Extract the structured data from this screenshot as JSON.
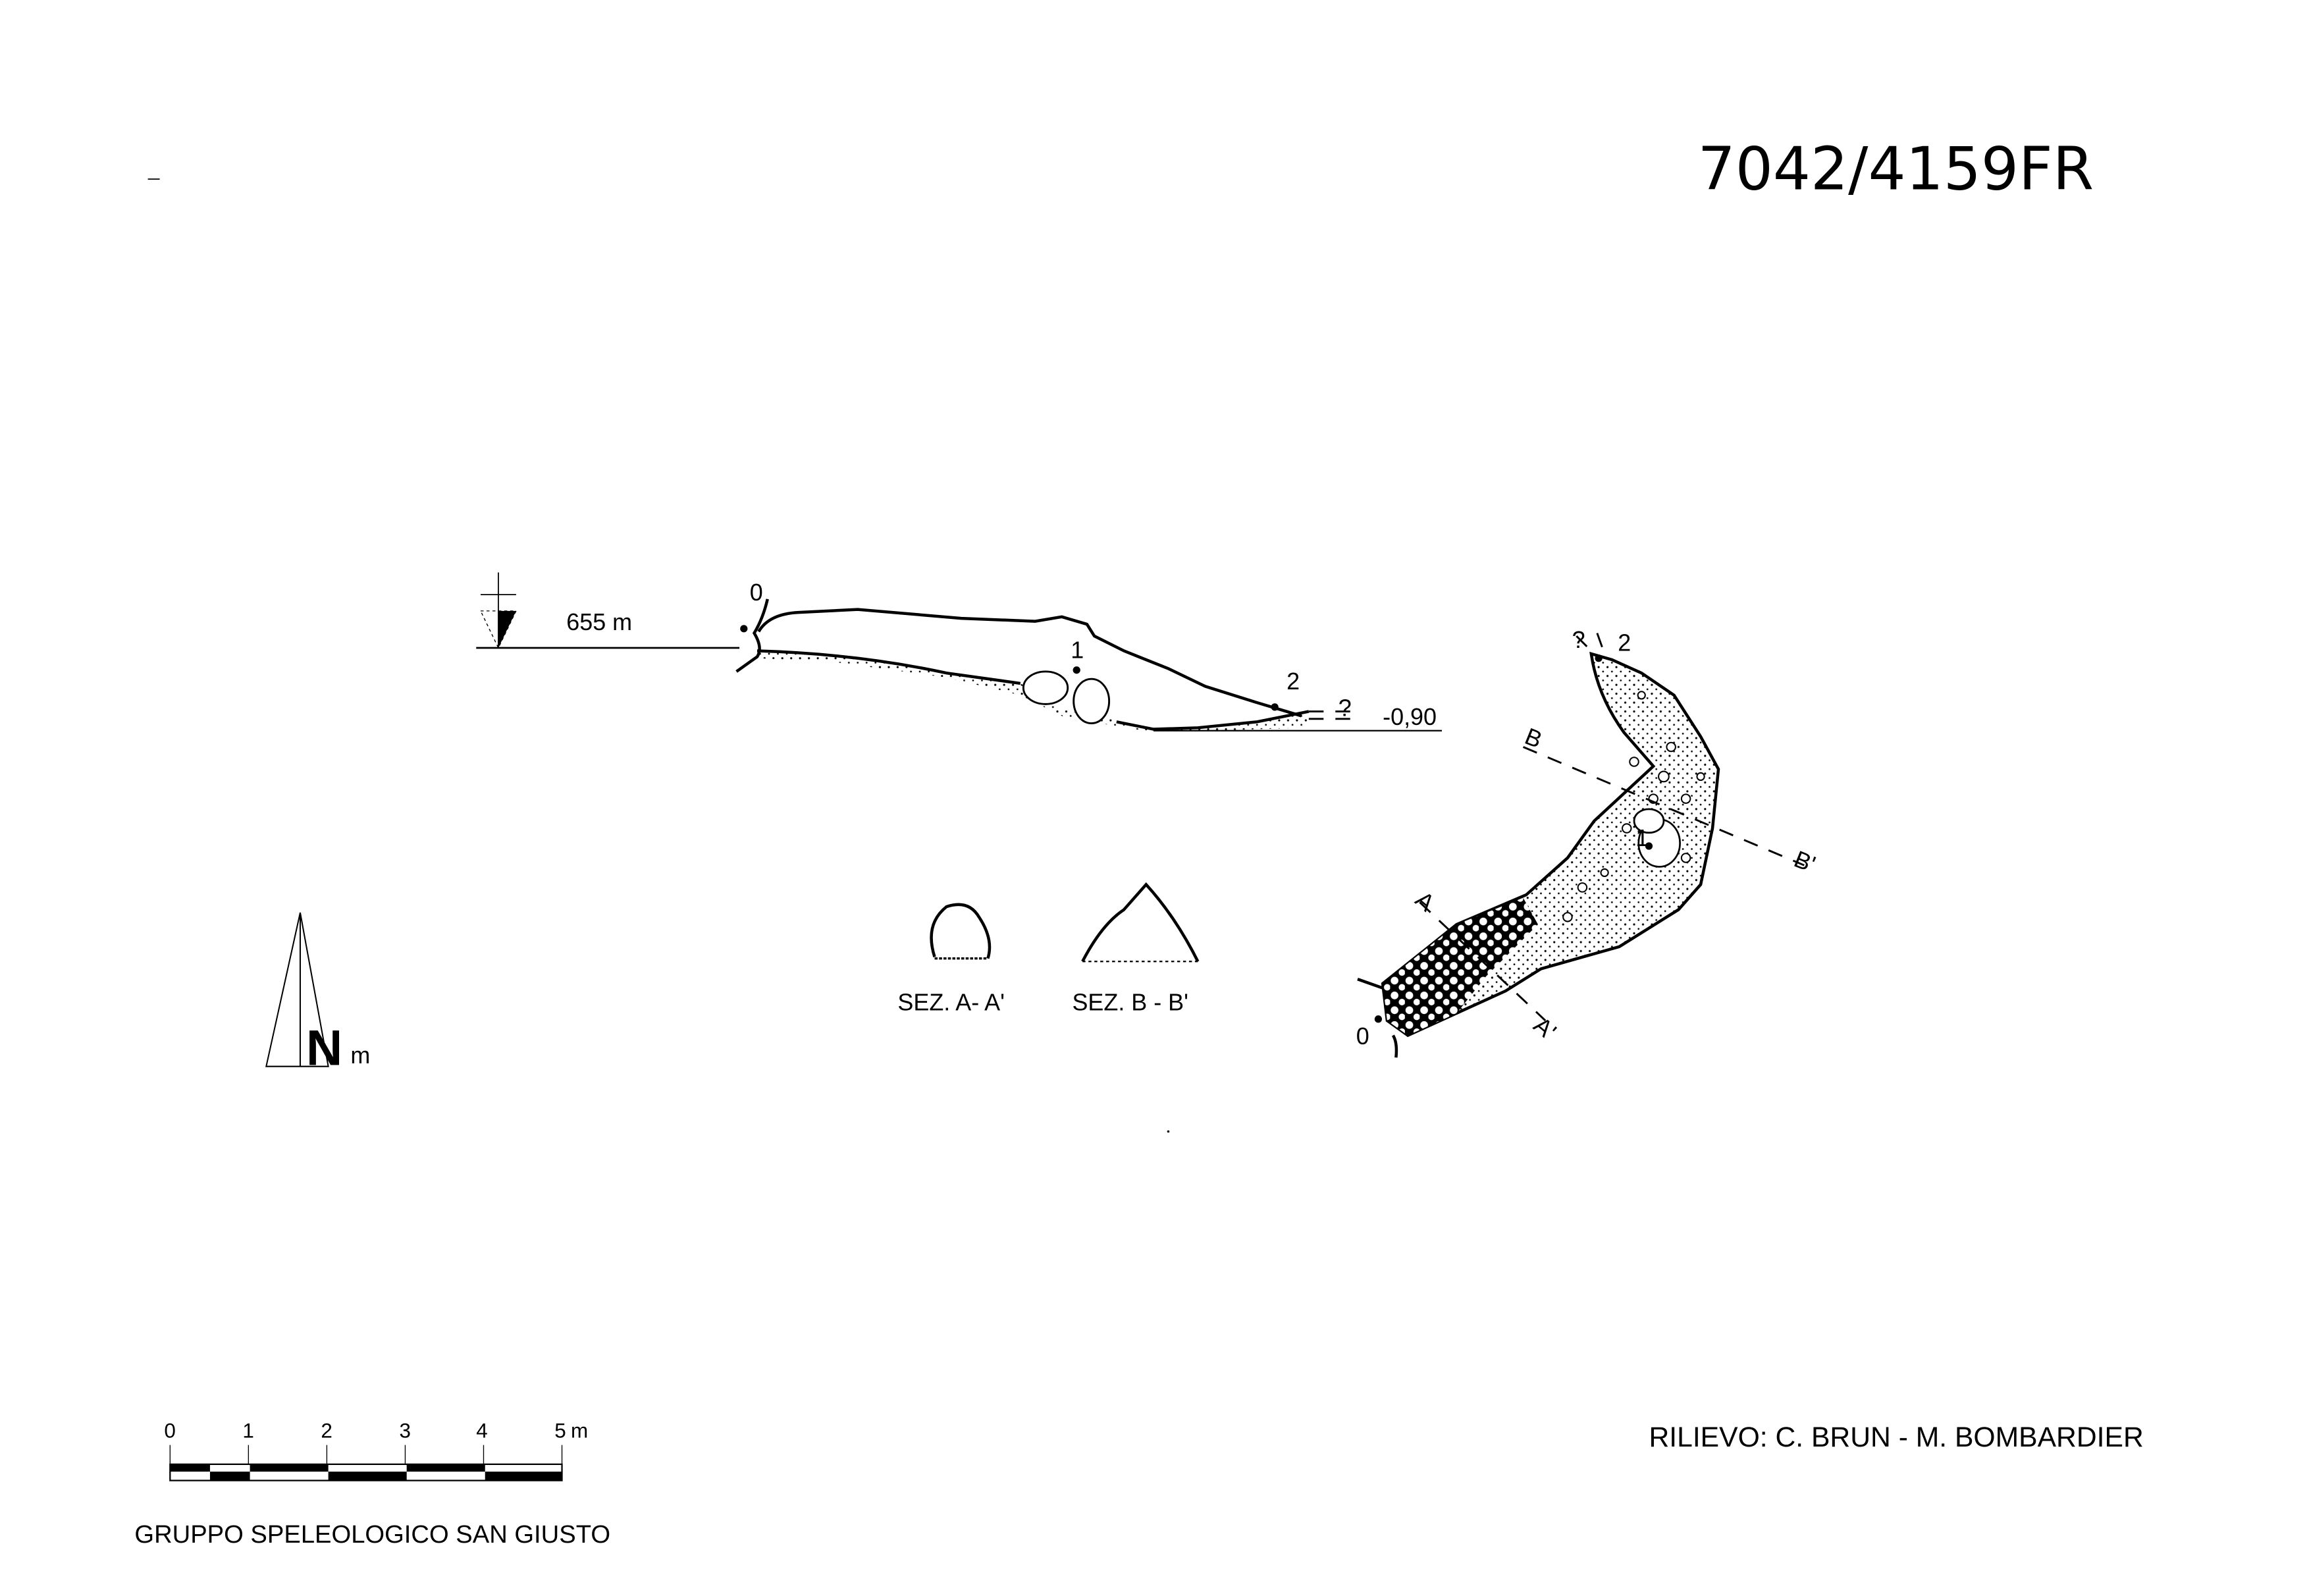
{
  "title": "7042/4159FR",
  "profile": {
    "elevation": "655 m",
    "depth": "-0,90",
    "stations": [
      "0",
      "1",
      "2"
    ],
    "unknown_mark": "?"
  },
  "plan": {
    "stations": [
      "0",
      "1",
      "2"
    ],
    "unknown_mark": "?",
    "section_a": "A",
    "section_a_prime": "A'",
    "section_b": "B",
    "section_b_prime": "B'"
  },
  "sections": {
    "a_label": "SEZ. A- A'",
    "b_label": "SEZ. B - B'"
  },
  "north": {
    "letter": "N",
    "suffix": "m"
  },
  "scale_bar": {
    "ticks": [
      "0",
      "1",
      "2",
      "3",
      "4",
      "5"
    ],
    "unit": "m"
  },
  "credits": {
    "survey": "RILIEVO: C. BRUN - M. BOMBARDIER",
    "group": "GRUPPO SPELEOLOGICO SAN GIUSTO"
  },
  "colors": {
    "ink": "#000000",
    "paper": "#ffffff"
  }
}
